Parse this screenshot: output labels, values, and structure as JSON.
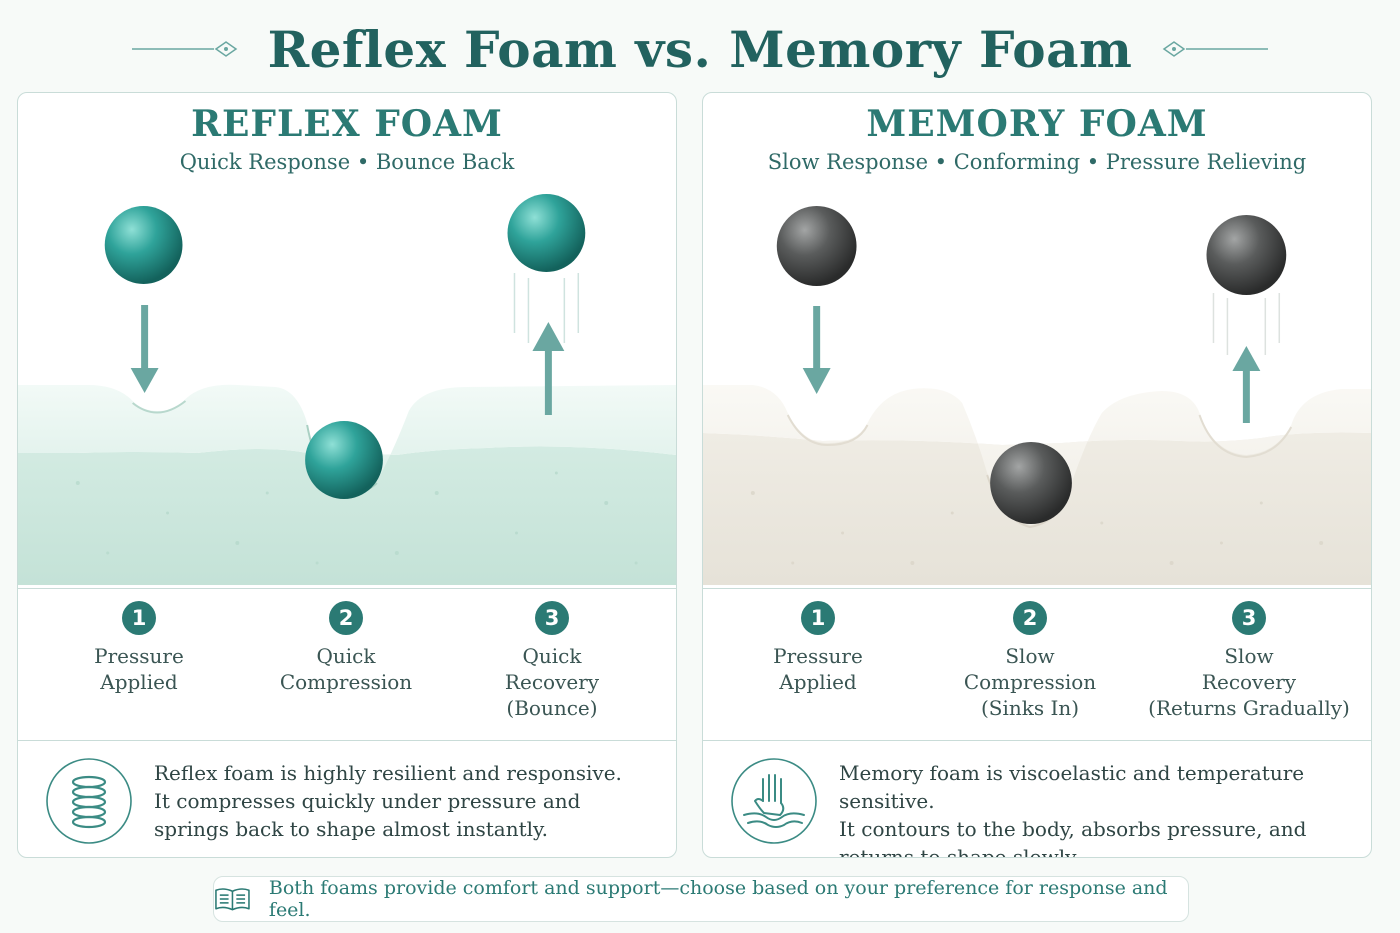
{
  "title": "Reflex Foam vs. Memory Foam",
  "colors": {
    "accent": "#2b7a74",
    "reflex_foam": "#d6ece4",
    "memory_foam": "#eeebe3",
    "reflex_ball": "#2fa39a",
    "memory_ball": "#5a5c5c"
  },
  "reflex": {
    "title": "REFLEX FOAM",
    "subtitle": "Quick Response • Bounce Back",
    "steps": [
      {
        "number": "1",
        "label": "Pressure\nApplied"
      },
      {
        "number": "2",
        "label": "Quick\nCompression"
      },
      {
        "number": "3",
        "label": "Quick\nRecovery\n(Bounce)"
      }
    ],
    "description": "Reflex foam is highly resilient and responsive.\nIt compresses quickly under pressure and\nsprings back to shape almost instantly.",
    "icon": "spring-icon"
  },
  "memory": {
    "title": "MEMORY FOAM",
    "subtitle": "Slow Response • Conforming • Pressure Relieving",
    "steps": [
      {
        "number": "1",
        "label": "Pressure\nApplied"
      },
      {
        "number": "2",
        "label": "Slow\nCompression\n(Sinks In)"
      },
      {
        "number": "3",
        "label": "Slow\nRecovery\n(Returns Gradually)"
      }
    ],
    "description": "Memory foam is viscoelastic and temperature sensitive.\nIt contours to the body, absorbs pressure, and\nreturns to shape slowly.",
    "icon": "hand-press-icon"
  },
  "footer": {
    "text": "Both foams provide comfort and support—choose based on your preference for response and feel.",
    "icon": "book-icon"
  }
}
